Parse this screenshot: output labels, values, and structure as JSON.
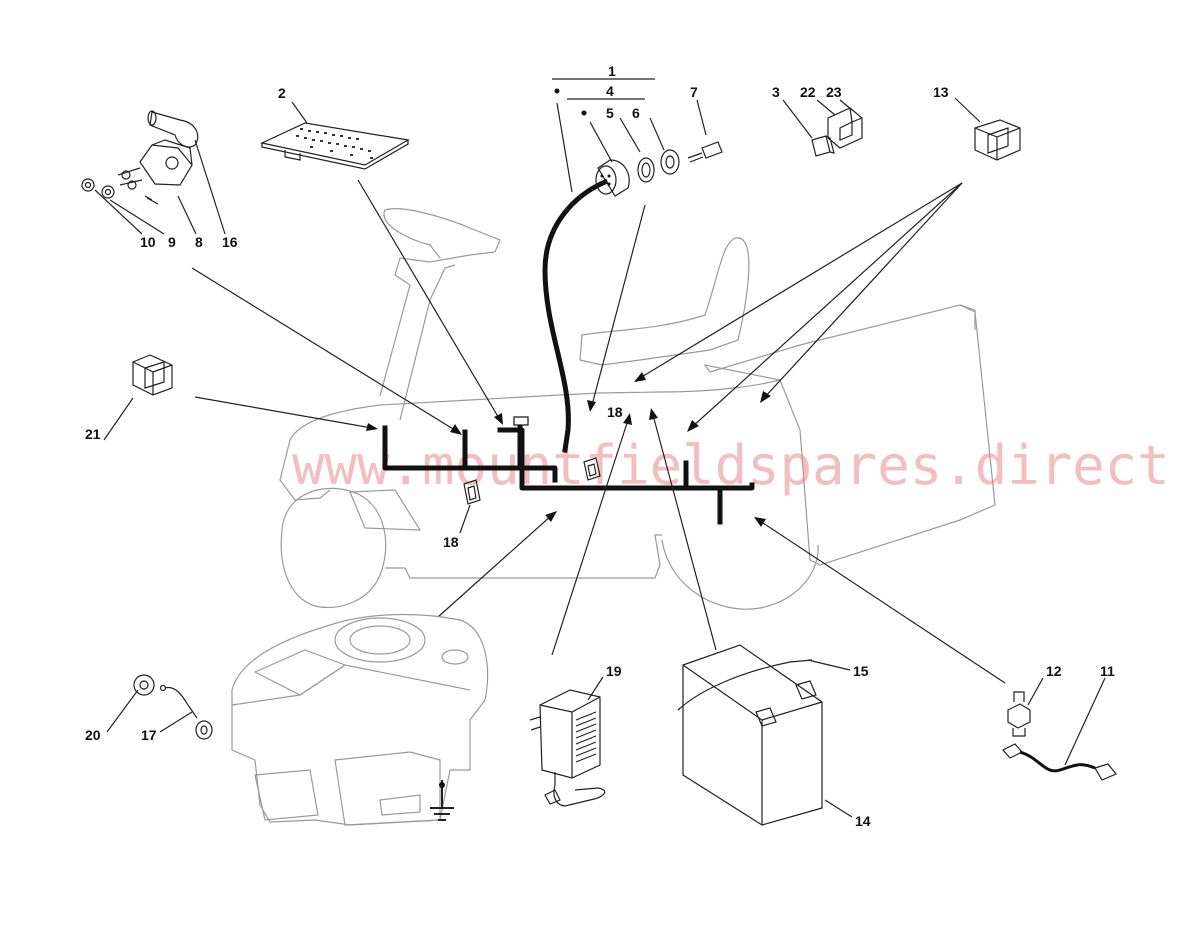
{
  "diagram": {
    "watermark": "www.mountfieldspares.direct",
    "part_labels": [
      {
        "id": "p1",
        "text": "1"
      },
      {
        "id": "p4",
        "text": "4"
      },
      {
        "id": "p5",
        "text": "5"
      },
      {
        "id": "p6",
        "text": "6"
      },
      {
        "id": "p7",
        "text": "7"
      },
      {
        "id": "p2",
        "text": "2"
      },
      {
        "id": "p3",
        "text": "3"
      },
      {
        "id": "p22",
        "text": "22"
      },
      {
        "id": "p23",
        "text": "23"
      },
      {
        "id": "p13",
        "text": "13"
      },
      {
        "id": "p10",
        "text": "10"
      },
      {
        "id": "p9",
        "text": "9"
      },
      {
        "id": "p8",
        "text": "8"
      },
      {
        "id": "p16",
        "text": "16"
      },
      {
        "id": "p21",
        "text": "21"
      },
      {
        "id": "p18a",
        "text": "18"
      },
      {
        "id": "p18b",
        "text": "18"
      },
      {
        "id": "p19",
        "text": "19"
      },
      {
        "id": "p15",
        "text": "15"
      },
      {
        "id": "p14",
        "text": "14"
      },
      {
        "id": "p12",
        "text": "12"
      },
      {
        "id": "p11",
        "text": "11"
      },
      {
        "id": "p20",
        "text": "20"
      },
      {
        "id": "p17",
        "text": "17"
      }
    ]
  }
}
